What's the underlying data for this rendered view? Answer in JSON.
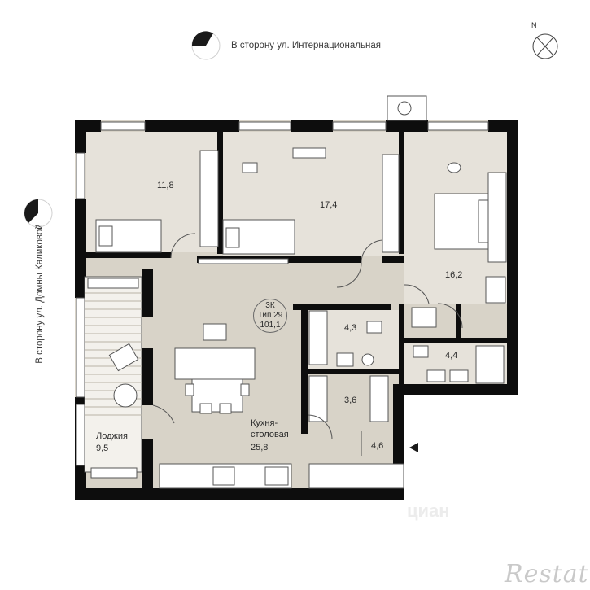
{
  "streets": {
    "top": "В сторону ул. Интернациональная",
    "left": "В сторону ул. Домны Каликовой"
  },
  "compass": {
    "north_label": "N"
  },
  "apartment": {
    "rooms": "3К",
    "type": "Тип 29",
    "area": "101,1"
  },
  "rooms": {
    "bedroom1": "11,8",
    "bedroom2": "17,4",
    "bedroom3": "16,2",
    "bath1": "4,3",
    "bath2": "4,4",
    "closet": "3,6",
    "hall": "4,6",
    "kitchen_name_1": "Кухня-",
    "kitchen_name_2": "столовая",
    "kitchen_area": "25,8",
    "loggia_name": "Лоджия",
    "loggia_area": "9,5"
  },
  "colors": {
    "wall": "#0d0d0d",
    "floor": "#d8d3c8",
    "room": "#eceae6",
    "furniture": "#ffffff"
  },
  "watermark": "Restate",
  "watermark2": "циан"
}
